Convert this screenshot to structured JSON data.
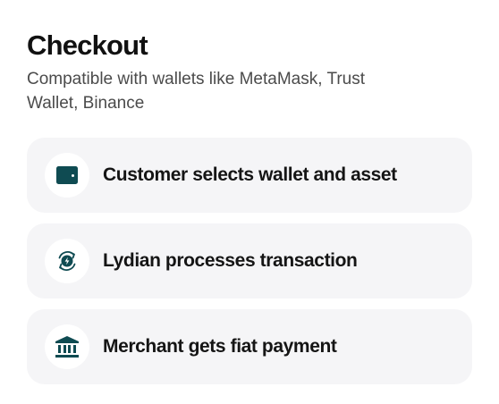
{
  "header": {
    "title": "Checkout",
    "subtitle": "Compatible with wallets like MetaMask, Trust Wallet, Binance"
  },
  "steps": [
    {
      "icon": "wallet-icon",
      "label": "Customer selects wallet and asset"
    },
    {
      "icon": "processing-lightning-icon",
      "label": "Lydian processes transaction"
    },
    {
      "icon": "bank-icon",
      "label": "Merchant gets fiat payment"
    }
  ],
  "colors": {
    "accent": "#0f4b52",
    "card_background": "#f5f5f7",
    "title_text": "#111111",
    "subtitle_text": "#4b4b4b"
  }
}
